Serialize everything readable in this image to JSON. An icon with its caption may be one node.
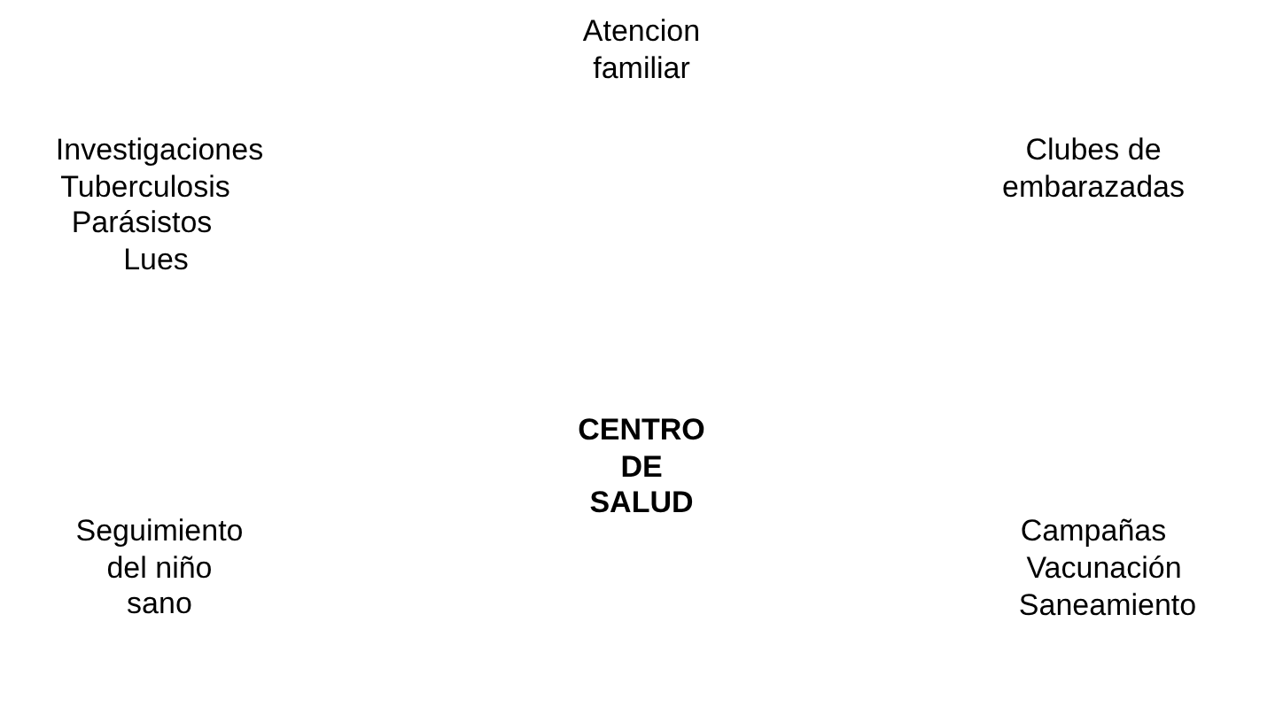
{
  "diagram": {
    "labels": [
      "Atencion familiar",
      "Investigaciones",
      "Tuberculosis",
      "Parásistos",
      "Lues",
      "Clubes de embarazadas",
      "CENTRO DE SALUD",
      "Seguimiento del niño sano",
      "Campañas",
      "Vacunación",
      "Saneamiento"
    ]
  }
}
